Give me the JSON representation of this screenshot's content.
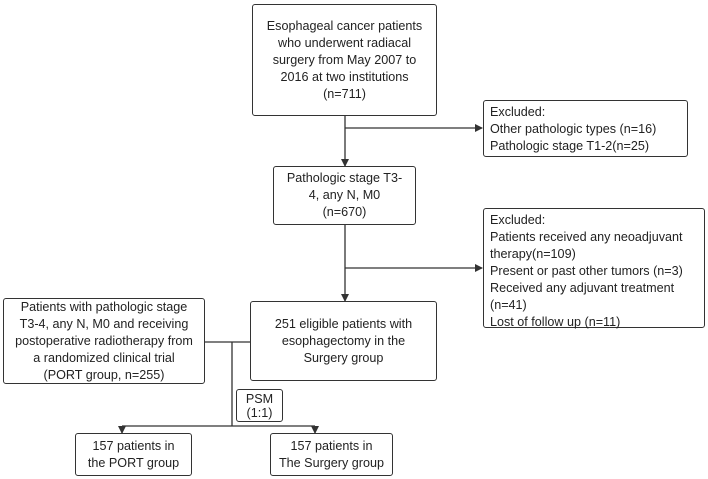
{
  "boxes": {
    "initial": {
      "lines": [
        "Esophageal cancer patients",
        "who underwent radiacal",
        "surgery  from May 2007 to",
        "2016 at two institutions",
        "(n=711)"
      ]
    },
    "excluded_1": {
      "lines": [
        "Excluded:",
        "Other pathologic types (n=16)",
        "Pathologic stage T1-2(n=25)"
      ]
    },
    "stage_filter": {
      "lines": [
        "Pathologic stage T3-",
        "4, any N, M0",
        "(n=670)"
      ]
    },
    "excluded_2": {
      "lines": [
        "Excluded:",
        "Patients received any neoadjuvant",
        "therapy(n=109)",
        "Present or past other tumors (n=3)",
        "Received any adjuvant treatment",
        "(n=41)",
        "Lost of follow up (n=11)"
      ]
    },
    "port_group": {
      "lines": [
        "Patients with pathologic stage",
        "T3-4, any N, M0 and receiving",
        "postoperative radiotherapy from",
        "a randomized clinical trial",
        "(PORT group, n=255)"
      ]
    },
    "surgery_group": {
      "lines": [
        "251 eligible patients with",
        "esophagectomy in the",
        "Surgery group"
      ]
    },
    "psm": {
      "lines": [
        "PSM",
        "(1:1)"
      ]
    },
    "port_matched": {
      "lines": [
        "157 patients in",
        "the PORT group"
      ]
    },
    "surgery_matched": {
      "lines": [
        "157 patients in",
        "The Surgery group"
      ]
    }
  },
  "colors": {
    "border": "#333333",
    "line": "#333333",
    "text": "#222222"
  }
}
